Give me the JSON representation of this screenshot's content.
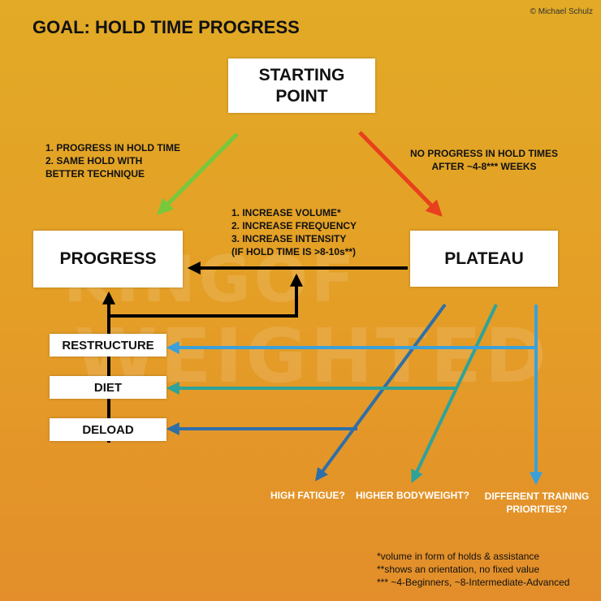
{
  "title": "GOAL: HOLD TIME PROGRESS",
  "copyright": "© Michael Schulz",
  "watermark": {
    "line1": "KINGOF",
    "line2": "WEIGHTED"
  },
  "nodes": {
    "start": "STARTING\nPOINT",
    "progress": "PROGRESS",
    "plateau": "PLATEAU",
    "restructure": "RESTRUCTURE",
    "diet": "DIET",
    "deload": "DELOAD"
  },
  "labels": {
    "start_to_progress": "1.  PROGRESS IN HOLD TIME\n2.  SAME HOLD WITH\n      BETTER TECHNIQUE",
    "start_to_plateau": "NO PROGRESS IN HOLD TIMES\nAFTER ~4-8*** WEEKS",
    "plateau_to_progress": "1. INCREASE VOLUME*\n2. INCREASE FREQUENCY\n3. INCREASE INTENSITY\n(IF HOLD TIME IS >8-10s**)"
  },
  "causes": {
    "fatigue": "HIGH FATIGUE?",
    "bodyweight": "HIGHER BODYWEIGHT?",
    "priorities": "DIFFERENT TRAINING\nPRIORITIES?"
  },
  "footnotes": [
    "*volume in form of holds & assistance",
    "**shows an orientation, no fixed value",
    "*** ~4-Beginners, ~8-Intermediate-Advanced"
  ],
  "colors": {
    "green": "#78c83c",
    "red": "#e8401c",
    "black": "#000000",
    "blue": "#2f6fa8",
    "teal": "#2ea39a",
    "skyblue": "#3aa0dc"
  }
}
